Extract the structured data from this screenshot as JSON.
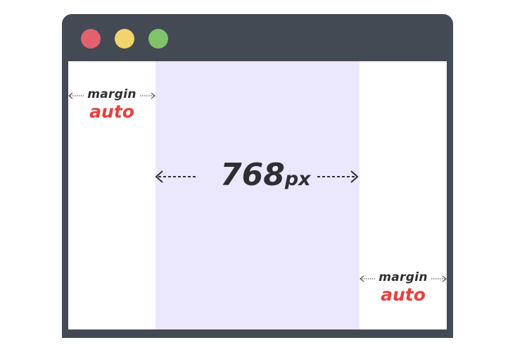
{
  "colors": {
    "window_frame": "#444a53",
    "close_dot": "#e26070",
    "minimize_dot": "#f1d46c",
    "maximize_dot": "#80c36b",
    "container_fill": "#ebe8fe",
    "label_dark": "#2f2f33",
    "label_accent": "#e8403c"
  },
  "left_margin": {
    "label": "margin",
    "value": "auto"
  },
  "right_margin": {
    "label": "margin",
    "value": "auto"
  },
  "container": {
    "width_value": "768",
    "width_unit": "px"
  }
}
